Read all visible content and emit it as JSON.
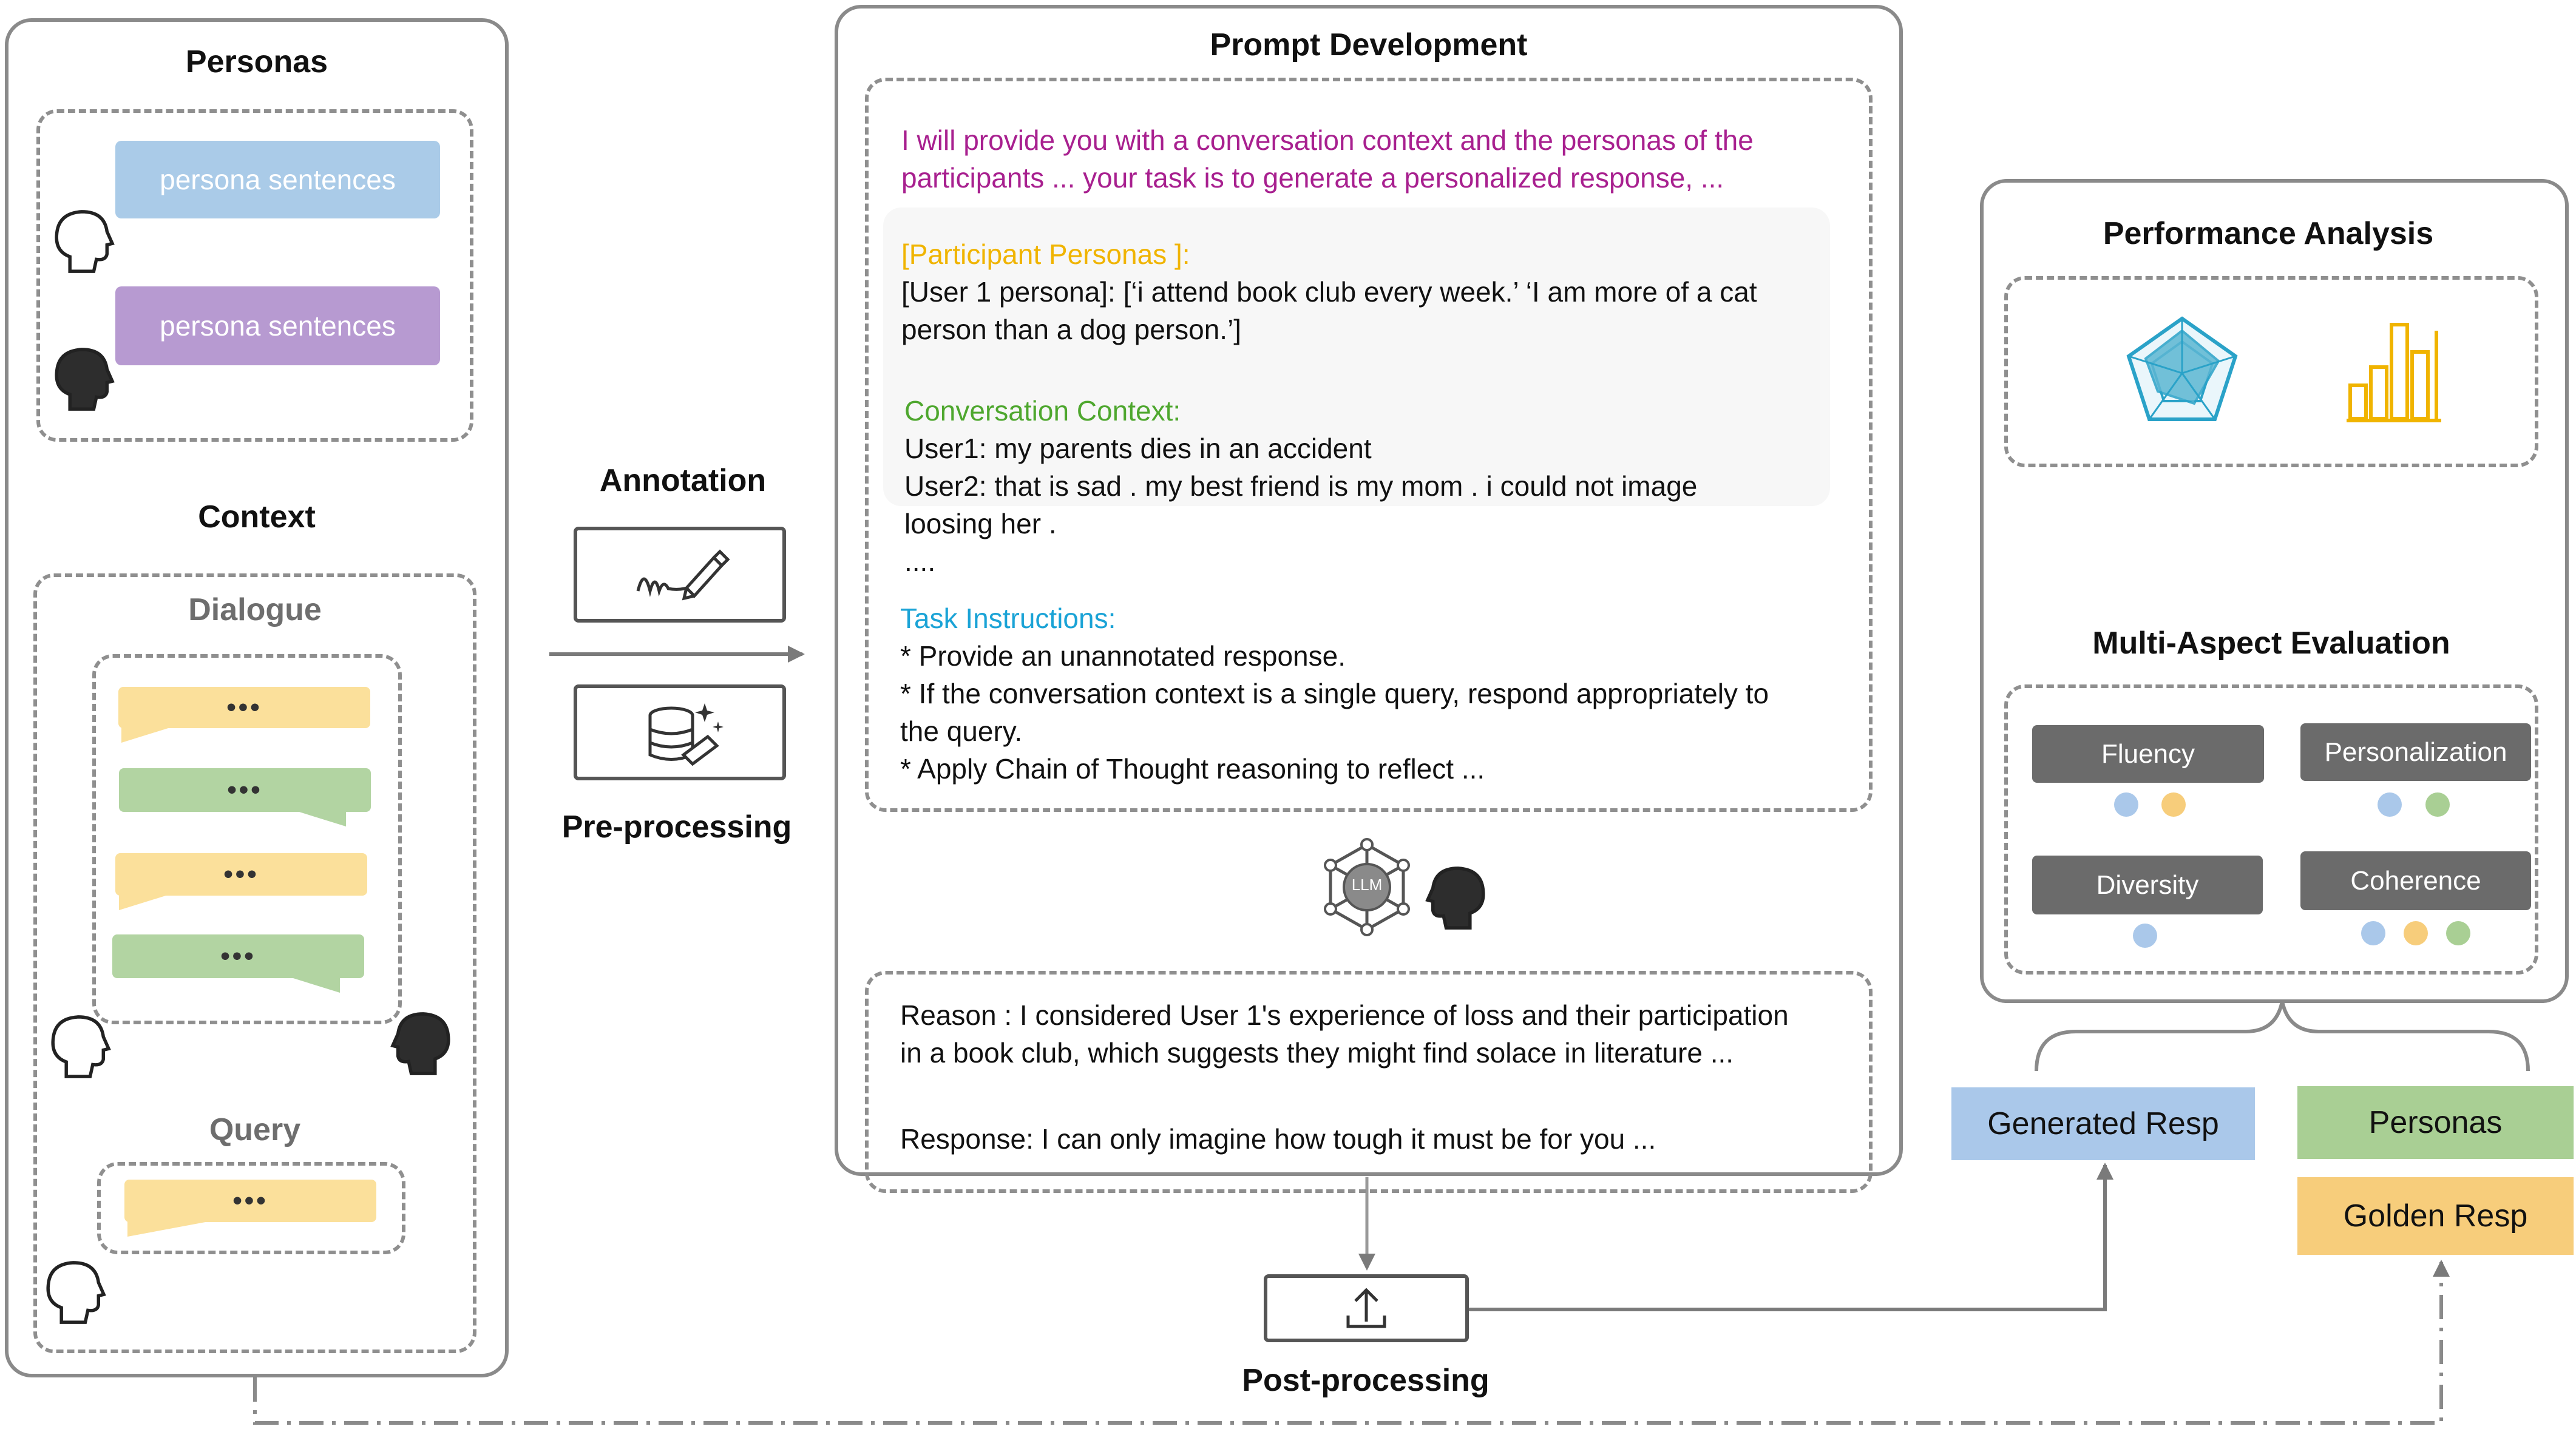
{
  "personas_panel": {
    "title": "Personas",
    "persona_bubble_1": "persona sentences",
    "persona_bubble_2": "persona sentences",
    "context_title": "Context",
    "dialogue_title": "Dialogue",
    "query_title": "Query",
    "ellipsis": "•••"
  },
  "middle": {
    "annotation_label": "Annotation",
    "preprocessing_label": "Pre-processing",
    "postprocessing_label": "Post-processing"
  },
  "prompt_panel": {
    "title": "Prompt Development",
    "intro_line_1": "I will provide you with a conversation context and the personas of the",
    "intro_line_2": "participants ... your task is to generate a personalized response, ...",
    "personas_header": "[Participant Personas ]:",
    "personas_line_1": "[User 1 persona]: [‘i attend book club every week.’ ‘I am more of a cat",
    "personas_line_2": "person than a dog person.’]",
    "context_header": "Conversation Context:",
    "context_line_1": "User1: my parents dies in an accident",
    "context_line_2": "User2: that is sad . my best friend is my mom . i could not image",
    "context_line_3": "loosing her .",
    "context_line_4": "....",
    "task_header": "Task Instructions:",
    "task_line_1": "* Provide an unannotated response.",
    "task_line_2": "* If the conversation context is a single query, respond appropriately to",
    "task_line_3": "the query.",
    "task_line_4": "* Apply Chain of Thought reasoning to reflect ...",
    "llm_label": "LLM",
    "reason_line_1": "Reason : I considered User 1's experience of loss and their participation",
    "reason_line_2": "in a book club, which suggests they might find solace in literature ...",
    "response_line": "Response: I can only imagine how tough it must be for you ..."
  },
  "eval_panel": {
    "performance_title": "Performance Analysis",
    "multi_aspect_title": "Multi-Aspect Evaluation",
    "metrics": [
      "Fluency",
      "Personalization",
      "Diversity",
      "Coherence"
    ]
  },
  "outputs": {
    "generated": "Generated Resp",
    "personas": "Personas",
    "golden": "Golden Resp"
  },
  "colors": {
    "purple_text": "#a8208f",
    "orange_text": "#f0b400",
    "green_text": "#4ea72e",
    "cyan_text": "#1aa3d6",
    "blue_bubble": "#aacbe8",
    "purple_bubble": "#b79ad1",
    "dot_blue": "#aac8ea",
    "dot_yellow": "#f7cd7b",
    "dot_green": "#a9cf94"
  }
}
